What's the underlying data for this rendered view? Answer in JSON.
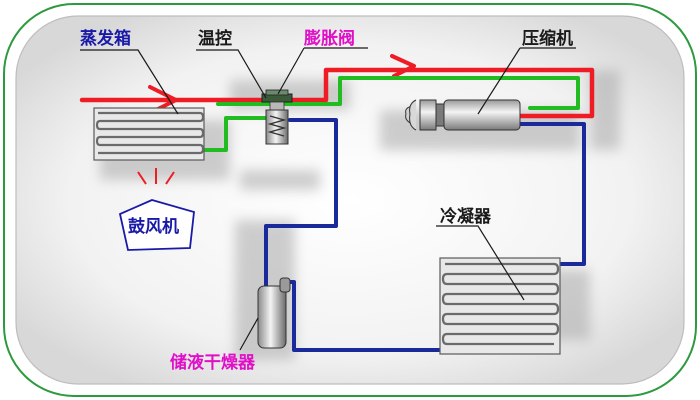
{
  "labels": {
    "evaporator": "蒸发箱",
    "thermostat": "温控",
    "expansion_valve": "膨胀阀",
    "compressor": "压缩机",
    "blower": "鼓风机",
    "condenser": "冷凝器",
    "receiver_drier": "储液干燥器"
  },
  "colors": {
    "label_blue": "#1a1aa8",
    "label_dark": "#1a1a1a",
    "label_magenta": "#e010c8",
    "pipe_red": "#ee1c24",
    "pipe_green": "#22bb22",
    "pipe_blue": "#1a2a9a",
    "frame_green": "#2e9a3e"
  }
}
